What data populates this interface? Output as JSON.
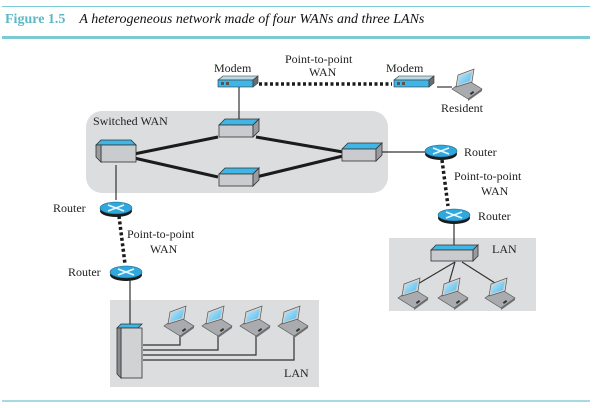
{
  "figure": {
    "number": "Figure 1.5",
    "title": "A heterogeneous network made of four WANs and three LANs",
    "accent_color": "#5cb8c4"
  },
  "labels": {
    "modem_left": "Modem",
    "modem_right": "Modem",
    "p2p_top_line1": "Point-to-point",
    "p2p_top_line2": "WAN",
    "resident": "Resident",
    "switched_wan": "Switched WAN",
    "router_right_top": "Router",
    "router_right_bottom": "Router",
    "p2p_right_line1": "Point-to-point",
    "p2p_right_line2": "WAN",
    "router_left_top": "Router",
    "router_left_bottom": "Router",
    "p2p_left_line1": "Point-to-point",
    "p2p_left_line2": "WAN",
    "lan_right": "LAN",
    "lan_bottom": "LAN"
  },
  "colors": {
    "device_top": "#3fb6e6",
    "device_body": "#c9cbce",
    "region_fill": "#dcdddf",
    "router_fill": "#2fa8de"
  }
}
